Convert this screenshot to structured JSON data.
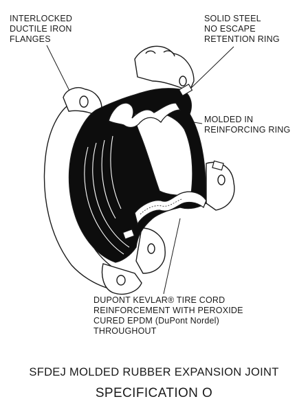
{
  "labels": {
    "flanges": [
      "INTERLOCKED",
      "DUCTILE IRON",
      "FLANGES"
    ],
    "retention_ring": [
      "SOLID STEEL",
      "NO ESCAPE",
      "RETENTION RING"
    ],
    "reinforcing_ring": [
      "MOLDED IN",
      "REINFORCING RING"
    ],
    "kevlar": [
      "DUPONT KEVLAR® TIRE CORD",
      "REINFORCEMENT WITH PEROXIDE",
      "CURED EPDM (DuPont Nordel)",
      "THROUGHOUT"
    ]
  },
  "caption": {
    "title": "SFDEJ MOLDED RUBBER EXPANSION JOINT",
    "spec": "SPECIFICATION O"
  },
  "colors": {
    "rubber": "#0d0d0d",
    "line": "#1a1a1a",
    "background": "#ffffff"
  }
}
